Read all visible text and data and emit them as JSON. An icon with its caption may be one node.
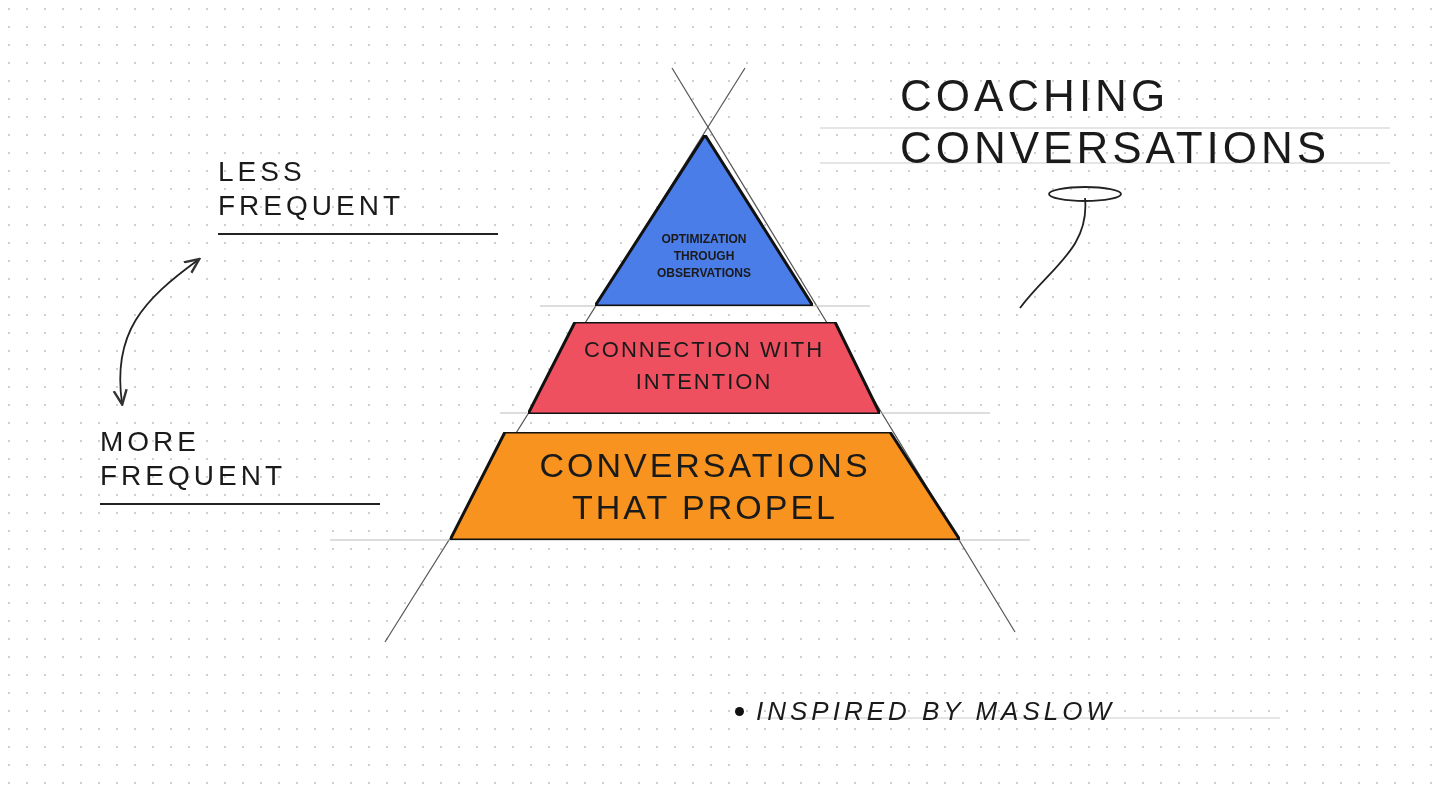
{
  "diagram": {
    "nodes": [
      {
        "text": [
          "COACHING CONVERSATIONS"
        ]
      },
      {
        "text": [
          "OPTIMIZATION THROUGH OBSERVATIONS"
        ]
      },
      {
        "text": [
          "CONNECTION WITH INTENTION"
        ]
      },
      {
        "text": [
          "CONVERSATIONS THAT PROPEL"
        ]
      },
      {
        "text": [
          "LESS FREQUENT"
        ]
      },
      {
        "text": [
          "MORE FREQUENT"
        ]
      }
    ],
    "edges": [
      {
        "from": 0,
        "to": null,
        "arrow": "none"
      },
      {
        "from": 4,
        "to": 5,
        "arrow": "both"
      }
    ],
    "labels": [
      "INSPIRED BY MASLOW"
    ]
  }
}
